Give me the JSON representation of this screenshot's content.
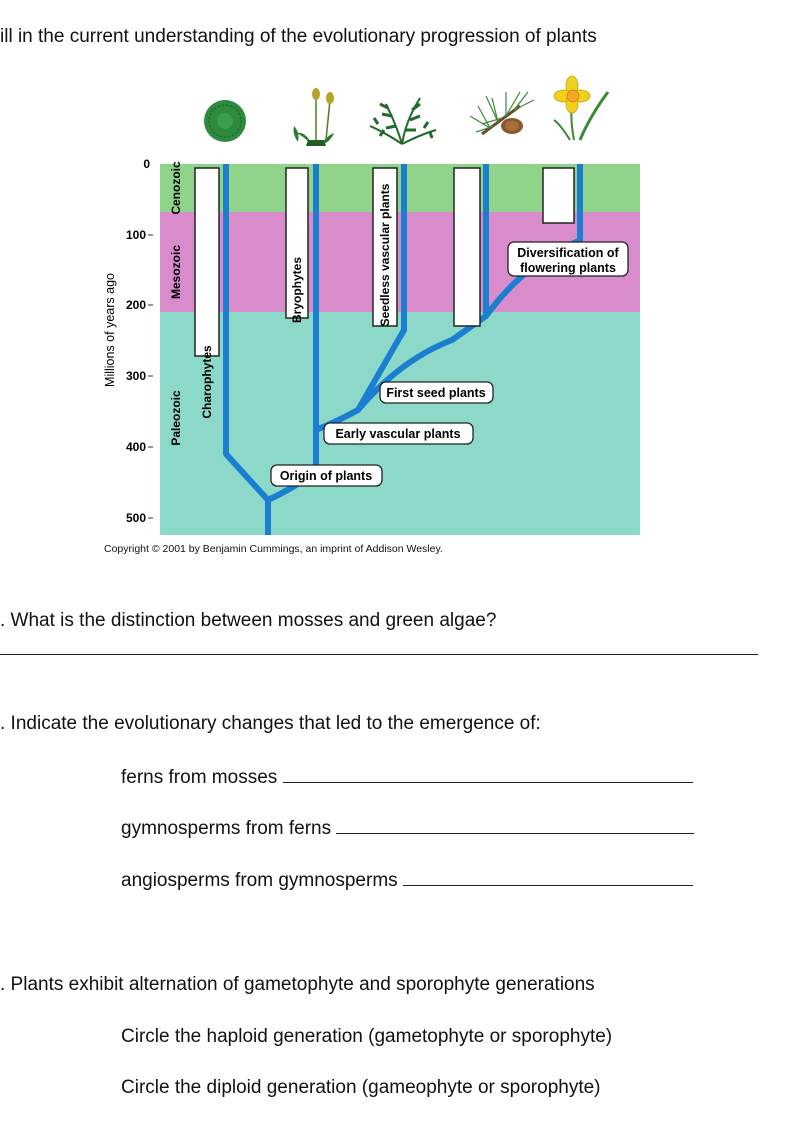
{
  "instruction": "ill in the current understanding of the evolutionary progression of plants",
  "figure": {
    "y_axis_title": "Millions of years ago",
    "y_ticks": [
      "0",
      "100",
      "200",
      "300",
      "400",
      "500"
    ],
    "eras": [
      {
        "name": "Cenozoic",
        "color": "#8fd48a"
      },
      {
        "name": "Mesozoic",
        "color": "#d98ccb"
      },
      {
        "name": "Paleozoic",
        "color": "#8dd9c9"
      }
    ],
    "lineages": [
      "Charophytes",
      "Bryophytes",
      "Seedless vascular plants"
    ],
    "events": [
      {
        "label": "Diversification of flowering plants"
      },
      {
        "label": "First seed plants"
      },
      {
        "label": "Early vascular plants"
      },
      {
        "label": "Origin of plants"
      }
    ],
    "events_line2": "flowering plants",
    "events_line1": "Diversification of",
    "branch_color": "#1a7fd0",
    "copyright": "Copyright © 2001 by Benjamin Cummings, an imprint of Addison Wesley."
  },
  "questions": {
    "q1": ". What is the distinction between mosses and green algae?",
    "q2": ". Indicate the evolutionary changes that led to the emergence of:",
    "q2_items": [
      "ferns from mosses",
      "gymnosperms from ferns",
      "angiosperms from gymnosperms"
    ],
    "q3": ". Plants exhibit alternation of gametophyte and sporophyte generations",
    "q3_items": [
      "Circle the haploid generation (gametophyte or sporophyte)",
      "Circle the diploid generation (gameophyte or sporophyte)"
    ]
  }
}
